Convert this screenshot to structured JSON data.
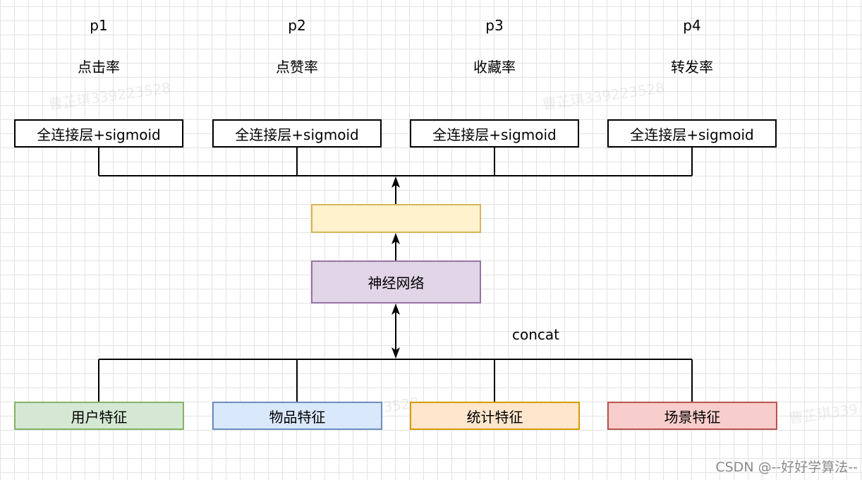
{
  "outputs": [
    {
      "prob": "p1",
      "metric": "点击率",
      "layer": "全连接层+sigmoid"
    },
    {
      "prob": "p2",
      "metric": "点赞率",
      "layer": "全连接层+sigmoid"
    },
    {
      "prob": "p3",
      "metric": "收藏率",
      "layer": "全连接层+sigmoid"
    },
    {
      "prob": "p4",
      "metric": "转发率",
      "layer": "全连接层+sigmoid"
    }
  ],
  "shared_vector": {
    "label": "",
    "fill": "#fff2cc",
    "border": "#d6b656"
  },
  "network": {
    "label": "神经网络",
    "fill": "#e1d5e7",
    "border": "#9673a6"
  },
  "concat_label": "concat",
  "features": [
    {
      "label": "用户特征",
      "fill": "#d5e8d4",
      "border": "#82b366"
    },
    {
      "label": "物品特征",
      "fill": "#dae8fc",
      "border": "#6c8ebf"
    },
    {
      "label": "统计特征",
      "fill": "#ffe6cc",
      "border": "#d79b00"
    },
    {
      "label": "场景特征",
      "fill": "#f8cecc",
      "border": "#b85450"
    }
  ],
  "watermarks": [
    "曹芷琪339223528",
    "曹芷琪339223528",
    "曹芷琪339223528",
    "曹芷琪339"
  ],
  "footer": "CSDN @--好好学算法--"
}
